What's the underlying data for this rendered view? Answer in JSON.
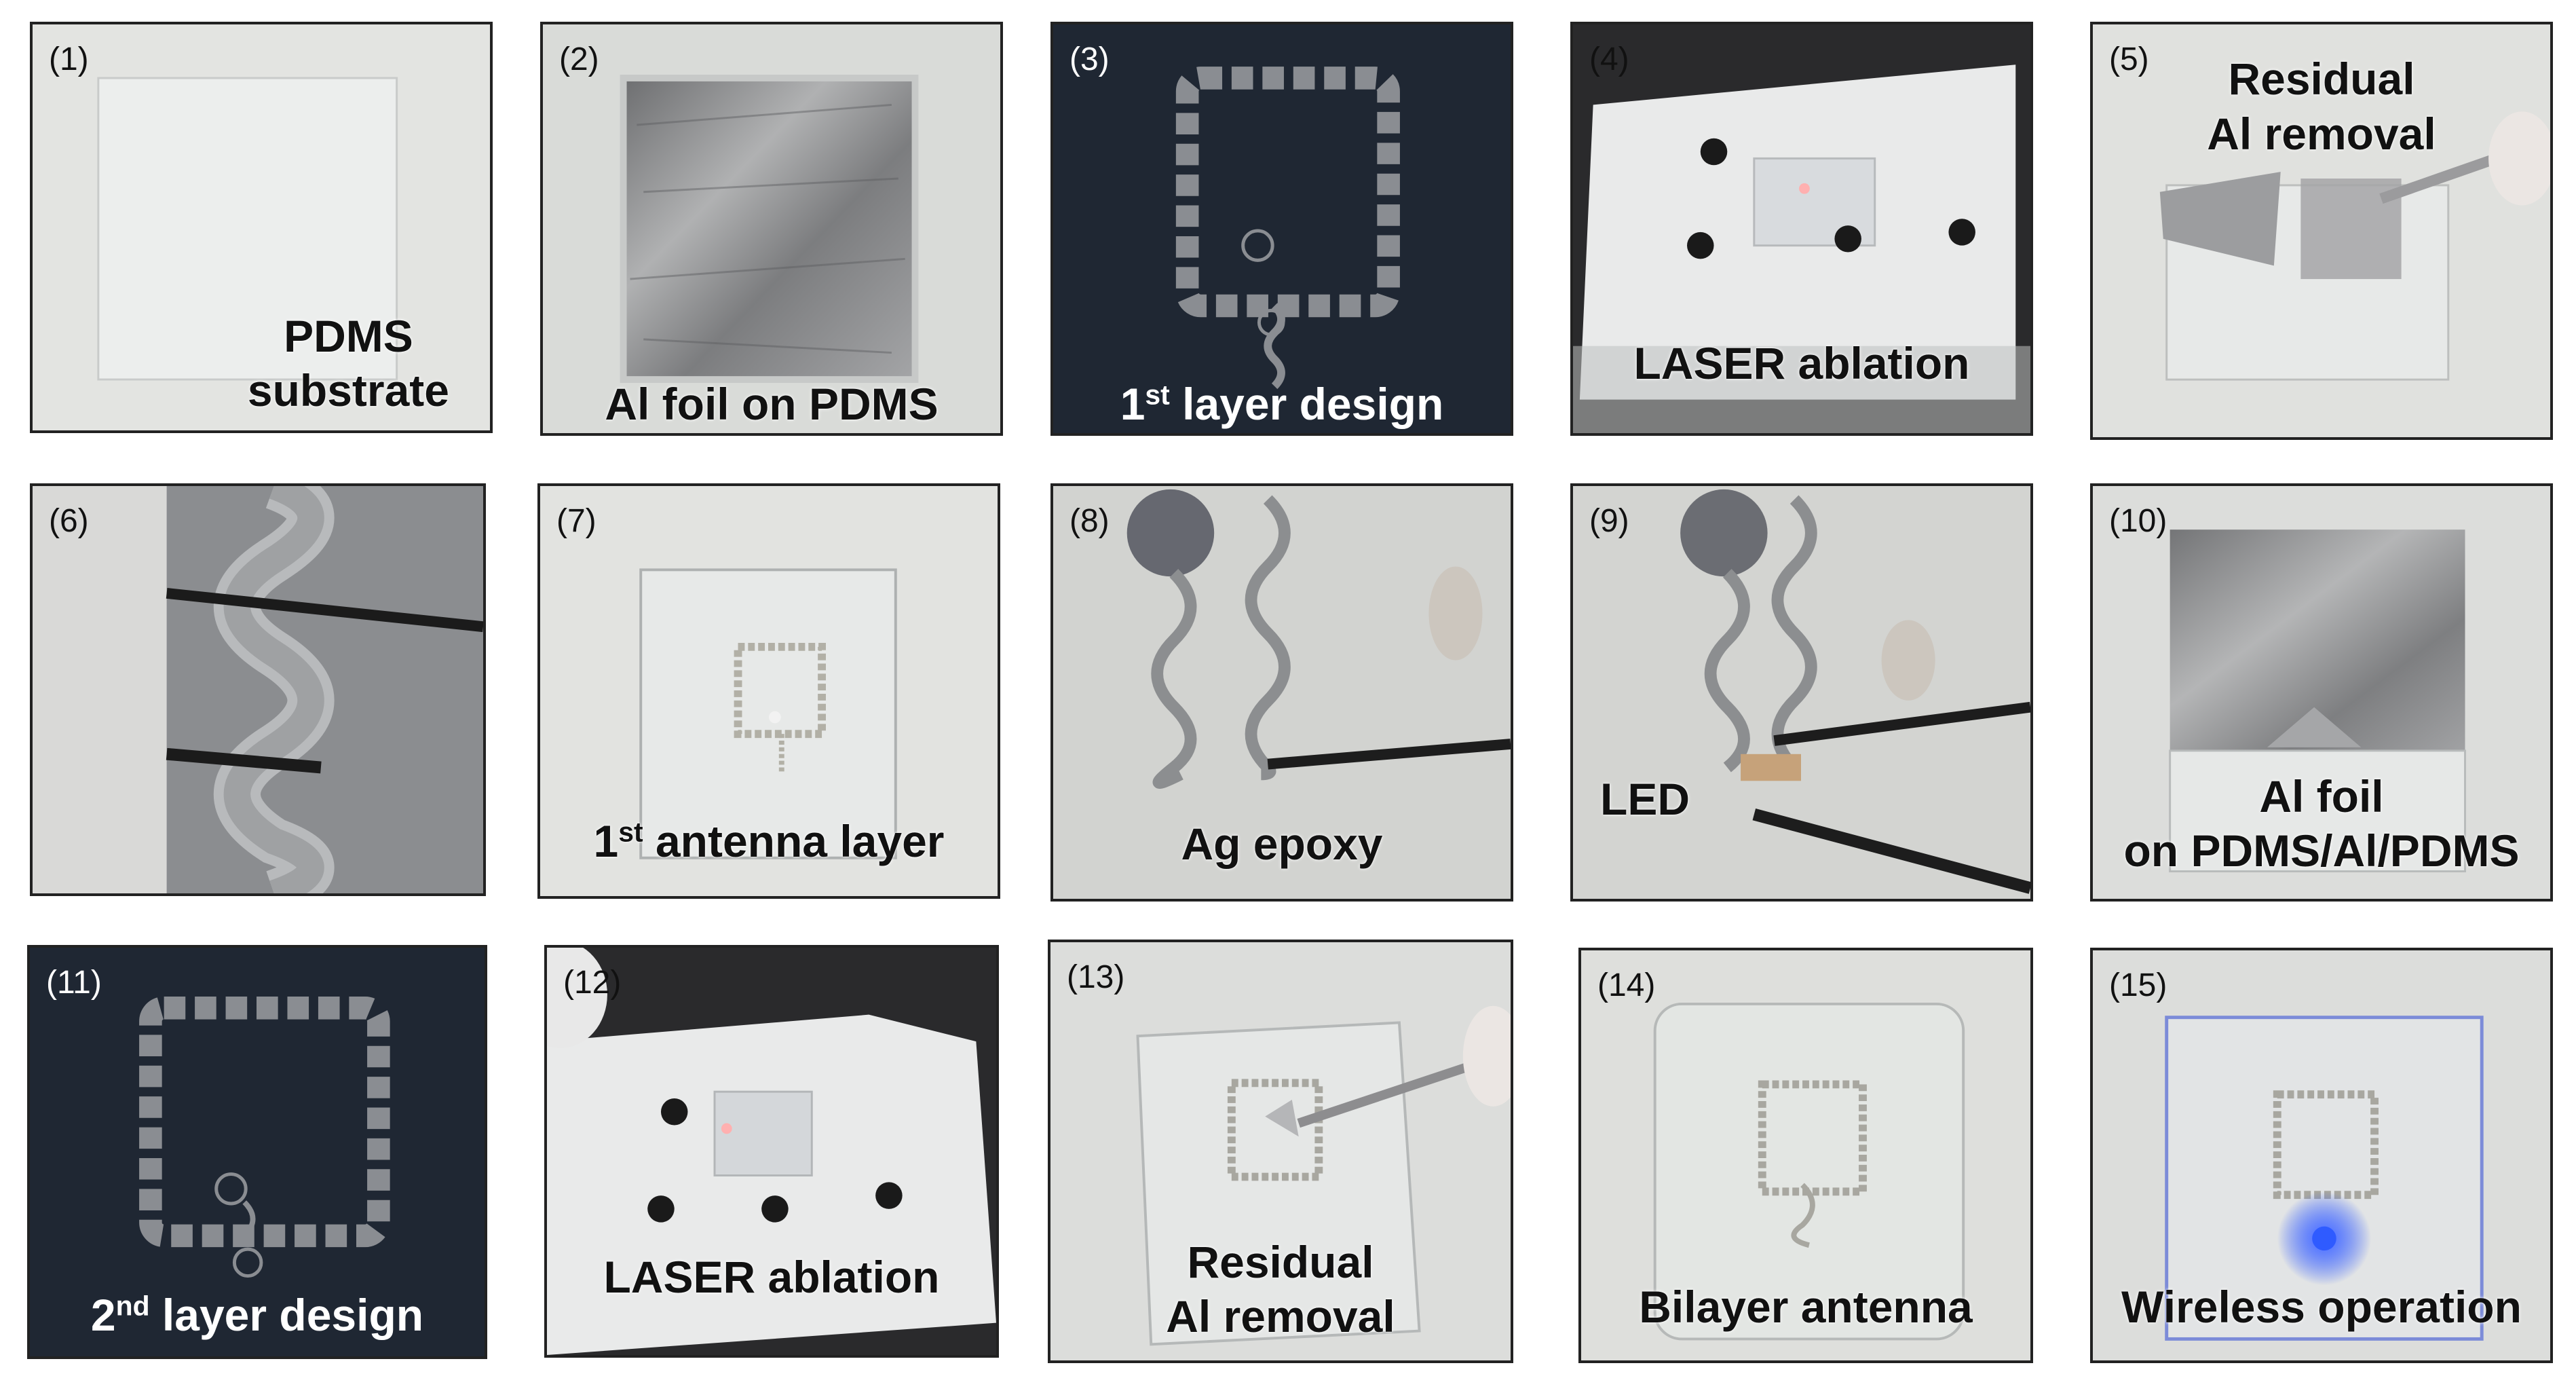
{
  "panels": [
    {
      "num": "(1)",
      "lines": [
        "PDMS",
        "substrate"
      ]
    },
    {
      "num": "(2)",
      "lines": [
        "Al foil on PDMS"
      ]
    },
    {
      "num": "(3)",
      "pre": "1",
      "sup": "st",
      "post": " layer design"
    },
    {
      "num": "(4)",
      "lines": [
        "LASER ablation"
      ]
    },
    {
      "num": "(5)",
      "lines": [
        "Residual",
        "Al removal"
      ]
    },
    {
      "num": "(6)",
      "lines": []
    },
    {
      "num": "(7)",
      "pre": "1",
      "sup": "st",
      "post": " antenna layer"
    },
    {
      "num": "(8)",
      "lines": [
        "Ag epoxy"
      ]
    },
    {
      "num": "(9)",
      "lines": [
        "LED"
      ]
    },
    {
      "num": "(10)",
      "lines": [
        "Al foil",
        "on PDMS/Al/PDMS"
      ]
    },
    {
      "num": "(11)",
      "pre": "2",
      "sup": "nd",
      "post": " layer design"
    },
    {
      "num": "(12)",
      "lines": [
        "LASER ablation"
      ]
    },
    {
      "num": "(13)",
      "lines": [
        "Residual",
        "Al removal"
      ]
    },
    {
      "num": "(14)",
      "lines": [
        "Bilayer antenna"
      ]
    },
    {
      "num": "(15)",
      "lines": [
        "Wireless operation"
      ]
    }
  ],
  "colors": {
    "dark_bg": "#1f2733",
    "design_trace": "#8a8d92",
    "paper_bg": "#e6e7e4",
    "foil": "#8f9092",
    "led_blue": "#1f4dff"
  }
}
